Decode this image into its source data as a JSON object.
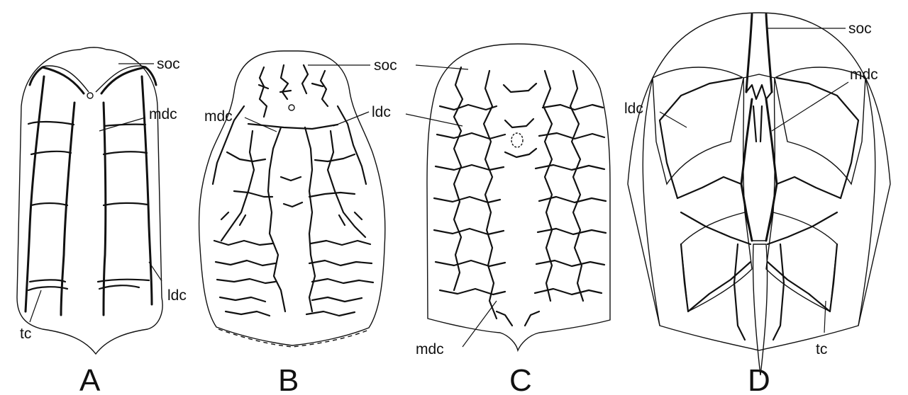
{
  "panels": [
    {
      "letter": "A",
      "labels": {
        "soc": "soc",
        "mdc": "mdc",
        "ldc": "ldc",
        "tc": "tc"
      }
    },
    {
      "letter": "B",
      "labels": {
        "soc": "soc",
        "mdc": "mdc",
        "ldc": "ldc"
      }
    },
    {
      "letter": "C",
      "labels": {
        "mdc": "mdc"
      }
    },
    {
      "letter": "D",
      "labels": {
        "soc": "soc",
        "mdc": "mdc",
        "ldc": "ldc",
        "tc": "tc"
      }
    }
  ],
  "colors": {
    "line": "#111111",
    "background": "#ffffff"
  }
}
